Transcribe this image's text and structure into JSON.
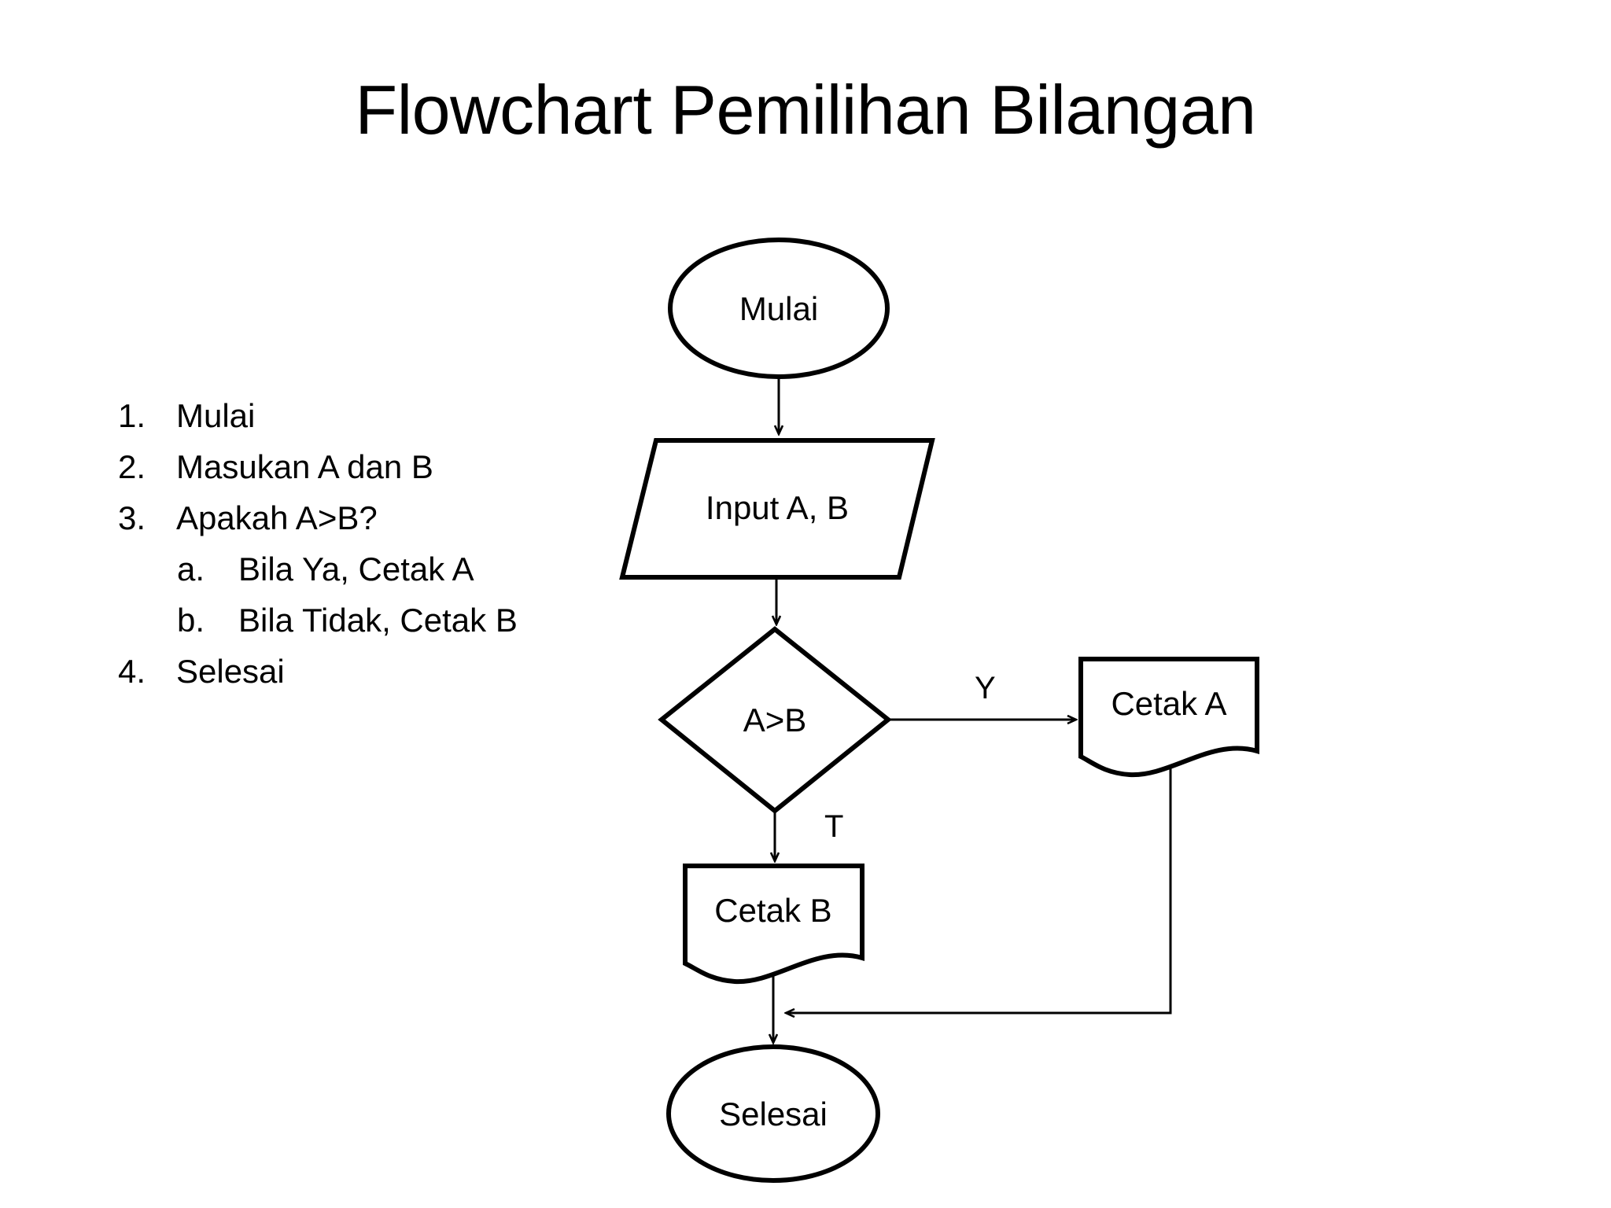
{
  "slide": {
    "title": "Flowchart Pemilihan Bilangan",
    "background_color": "#ffffff",
    "ink_color": "#000000"
  },
  "steps": {
    "items": [
      {
        "marker": "1.",
        "text": "Mulai",
        "level": 1
      },
      {
        "marker": "2.",
        "text": "Masukan A dan B",
        "level": 1
      },
      {
        "marker": "3.",
        "text": "Apakah A>B?",
        "level": 1
      },
      {
        "marker": "a.",
        "text": "Bila Ya, Cetak A",
        "level": 2
      },
      {
        "marker": "b.",
        "text": "Bila Tidak, Cetak B",
        "level": 2
      },
      {
        "marker": "4.",
        "text": "Selesai",
        "level": 1
      }
    ]
  },
  "flowchart": {
    "nodes": [
      {
        "id": "mulai",
        "shape": "terminator",
        "label": "Mulai"
      },
      {
        "id": "input",
        "shape": "parallelogram",
        "label": "Input A, B"
      },
      {
        "id": "decide",
        "shape": "diamond",
        "label": "A>B"
      },
      {
        "id": "cetak_a",
        "shape": "document",
        "label": "Cetak A"
      },
      {
        "id": "cetak_b",
        "shape": "document",
        "label": "Cetak B"
      },
      {
        "id": "selesai",
        "shape": "terminator",
        "label": "Selesai"
      }
    ],
    "edge_labels": {
      "yes": "Y",
      "no": "T"
    }
  }
}
